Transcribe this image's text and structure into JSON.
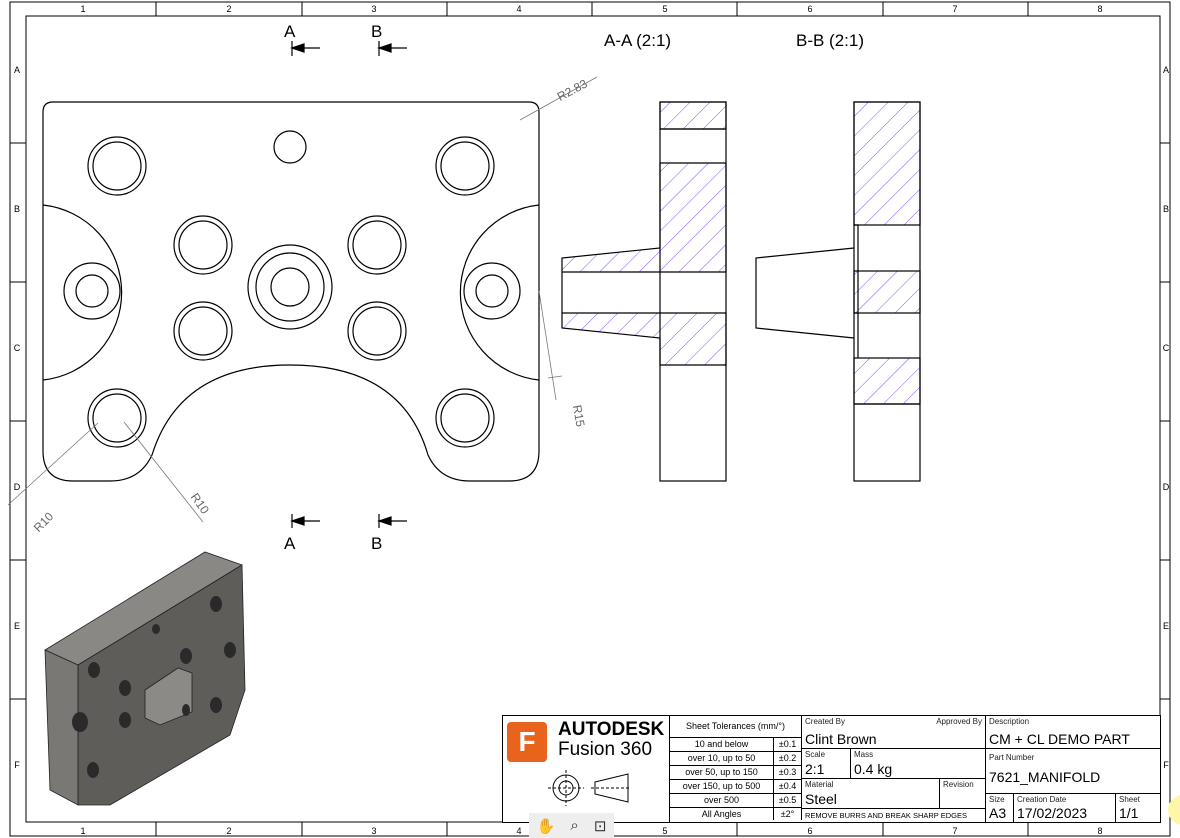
{
  "sheet": {
    "columns": [
      "1",
      "2",
      "3",
      "4",
      "5",
      "6",
      "7",
      "8"
    ],
    "rows": [
      "A",
      "B",
      "C",
      "D",
      "E",
      "F"
    ]
  },
  "drawing": {
    "section_marks": {
      "a": "A",
      "b": "B"
    },
    "dimensions": {
      "corner": "R2.83",
      "side": "R15",
      "bottom_left_1": "R10",
      "bottom_left_2": "R10"
    },
    "section_views": [
      {
        "title": "A-A (2:1)"
      },
      {
        "title": "B-B (2:1)"
      }
    ],
    "hatch_color": "#8a4fff"
  },
  "title_block": {
    "brand": "AUTODESK",
    "product": "Fusion 360",
    "logo_letter": "F",
    "tolerances_header": "Sheet Tolerances (mm/°)",
    "tolerances": [
      {
        "range": "10 and below",
        "value": "±0.1"
      },
      {
        "range": "over 10, up to 50",
        "value": "±0.2"
      },
      {
        "range": "over 50, up to 150",
        "value": "±0.3"
      },
      {
        "range": "over 150, up to 500",
        "value": "±0.4"
      },
      {
        "range": "over 500",
        "value": "±0.5"
      },
      {
        "range": "All Angles",
        "value": "±2°"
      }
    ],
    "created_by_label": "Created By",
    "created_by": "Clint Brown",
    "approved_by_label": "Approved By",
    "scale_label": "Scale",
    "scale": "2:1",
    "mass_label": "Mass",
    "mass": "0.4 kg",
    "material_label": "Material",
    "material": "Steel",
    "revision_label": "Revision",
    "note": "REMOVE BURRS AND BREAK SHARP EDGES",
    "description_label": "Description",
    "description": "CM + CL DEMO PART",
    "part_number_label": "Part Number",
    "part_number": "7621_MANIFOLD",
    "size_label": "Size",
    "size": "A3",
    "creation_date_label": "Creation Date",
    "creation_date": "17/02/2023",
    "sheet_label": "Sheet",
    "sheet": "1/1"
  },
  "toolbar": {
    "icons": [
      "pan-icon",
      "zoom-window-icon",
      "zoom-fit-icon"
    ]
  }
}
